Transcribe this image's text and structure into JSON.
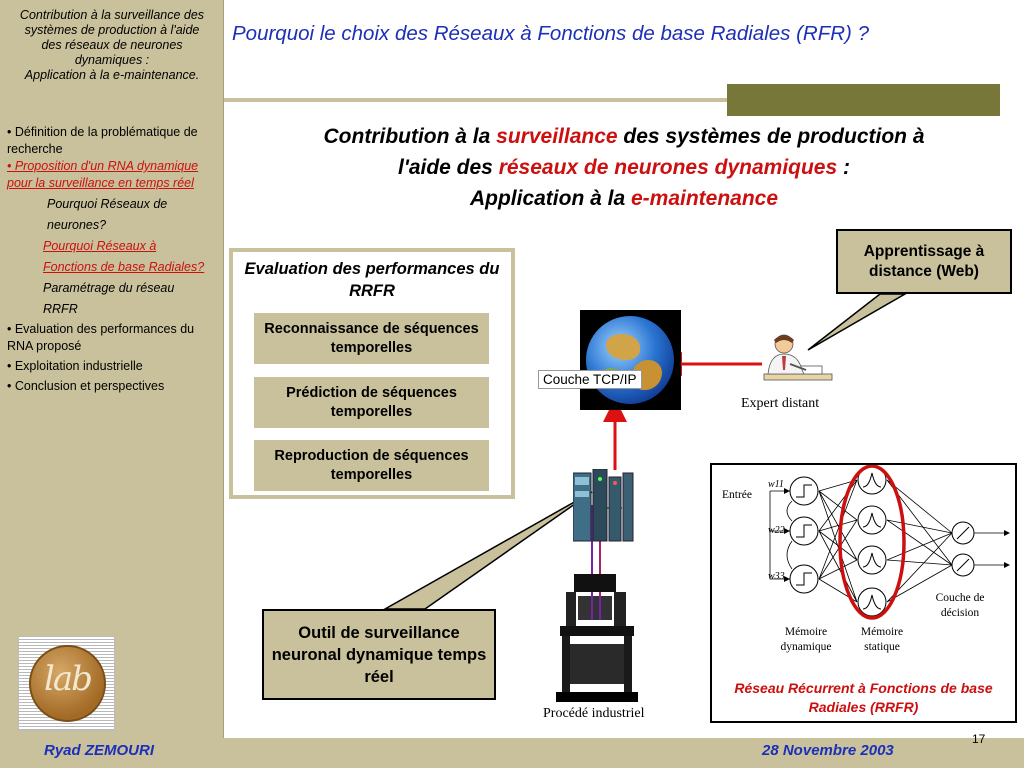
{
  "sidebar": {
    "title_lines": [
      "Contribution à la surveillance des",
      "systèmes de production à l'aide",
      "des réseaux de neurones",
      "dynamiques :",
      "Application à la e-maintenance."
    ],
    "items": [
      "• Définition de la problématique de recherche",
      "• Proposition d'un RNA dynamique pour la surveillance en temps réel",
      "Pourquoi Réseaux de",
      "neurones?",
      "Pourquoi Réseaux à",
      "Fonctions de base Radiales?",
      "Paramétrage du réseau",
      "RRFR",
      "• Evaluation des performances du RNA proposé",
      "• Exploitation industrielle",
      "• Conclusion et perspectives"
    ]
  },
  "logo": {
    "text": "lab"
  },
  "header": {
    "title": "Pourquoi le choix des Réseaux à Fonctions de base Radiales (RFR) ?"
  },
  "main_title": {
    "line1": [
      "Contribution à la ",
      "surveillance",
      " des systèmes de production à"
    ],
    "line2": [
      "l'aide des ",
      "réseaux de neurones dynamiques",
      " :"
    ],
    "line3": [
      "Application à la ",
      "e-maintenance"
    ]
  },
  "evaluation": {
    "title": "Evaluation des performances du RRFR",
    "buttons": [
      "Reconnaissance de séquences temporelles",
      "Prédiction de séquences temporelles",
      "Reproduction de séquences temporelles"
    ]
  },
  "callouts": {
    "apprentissage": "Apprentissage à distance (Web)",
    "outil": "Outil de surveillance neuronal dynamique temps réel"
  },
  "labels": {
    "tcp": "Couche TCP/IP",
    "expert": "Expert distant",
    "procede": "Procédé industriel"
  },
  "network": {
    "entree": "Entrée",
    "weights": [
      "w11",
      "w22",
      "w33"
    ],
    "memoire_dynamique": [
      "Mémoire",
      "dynamique"
    ],
    "memoire_statique": [
      "Mémoire",
      "statique"
    ],
    "couche_decision": [
      "Couche de",
      "décision"
    ],
    "caption": "Réseau Récurrent à Fonctions de base Radiales (RRFR)"
  },
  "footer": {
    "author": "Ryad ZEMOURI",
    "date": "28 Novembre 2003",
    "page": "17"
  },
  "colors": {
    "sidebar_bg": "#c8c19b",
    "title_blue": "#1c2fb8",
    "accent_red": "#cc1010",
    "bar_dark": "#77773a"
  },
  "icons": [
    "globe-icon",
    "expert-icon",
    "server-icon",
    "machine-icon"
  ]
}
